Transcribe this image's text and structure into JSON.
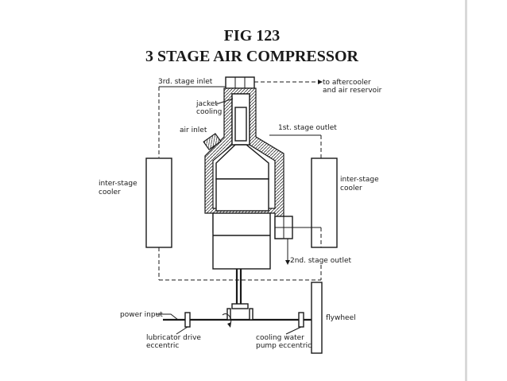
{
  "figure": {
    "number": "FIG 123",
    "title": "3 STAGE AIR COMPRESSOR"
  },
  "labels": {
    "third_stage_inlet": "3rd. stage inlet",
    "to_aftercooler_1": "to aftercooler",
    "to_aftercooler_2": "and air reservoir",
    "jacket_cooling_1": "jacket",
    "jacket_cooling_2": "cooling",
    "air_inlet": "air inlet",
    "first_stage_outlet": "1st. stage outlet",
    "intercooler_left_1": "inter-stage",
    "intercooler_left_2": "cooler",
    "intercooler_right_1": "inter-stage",
    "intercooler_right_2": "cooler",
    "second_stage_outlet": "2nd. stage outlet",
    "power_input": "power input",
    "flywheel": "flywheel",
    "lubricator_1": "lubricator drive",
    "lubricator_2": "eccentric",
    "cooling_pump_1": "cooling water",
    "cooling_pump_2": "pump eccentric"
  }
}
